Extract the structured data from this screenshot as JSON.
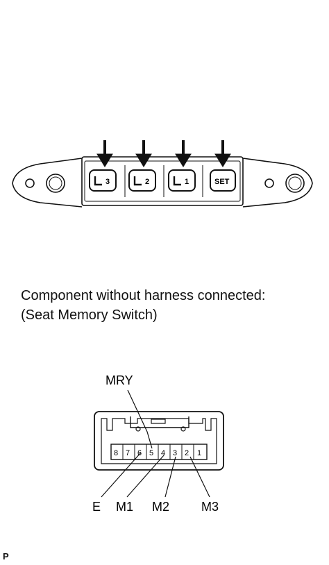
{
  "caption": {
    "line1": "Component without harness connected:",
    "line2": "(Seat Memory Switch)"
  },
  "switch_buttons": [
    {
      "label": "3",
      "icon": "seat-icon"
    },
    {
      "label": "2",
      "icon": "seat-icon"
    },
    {
      "label": "1",
      "icon": "seat-icon"
    },
    {
      "label": "SET",
      "icon": ""
    }
  ],
  "connector": {
    "pins": [
      "8",
      "7",
      "6",
      "5",
      "4",
      "3",
      "2",
      "1"
    ],
    "labels": {
      "mry": "MRY",
      "e": "E",
      "m1": "M1",
      "m2": "M2",
      "m3": "M3"
    }
  },
  "corner_mark": "P"
}
